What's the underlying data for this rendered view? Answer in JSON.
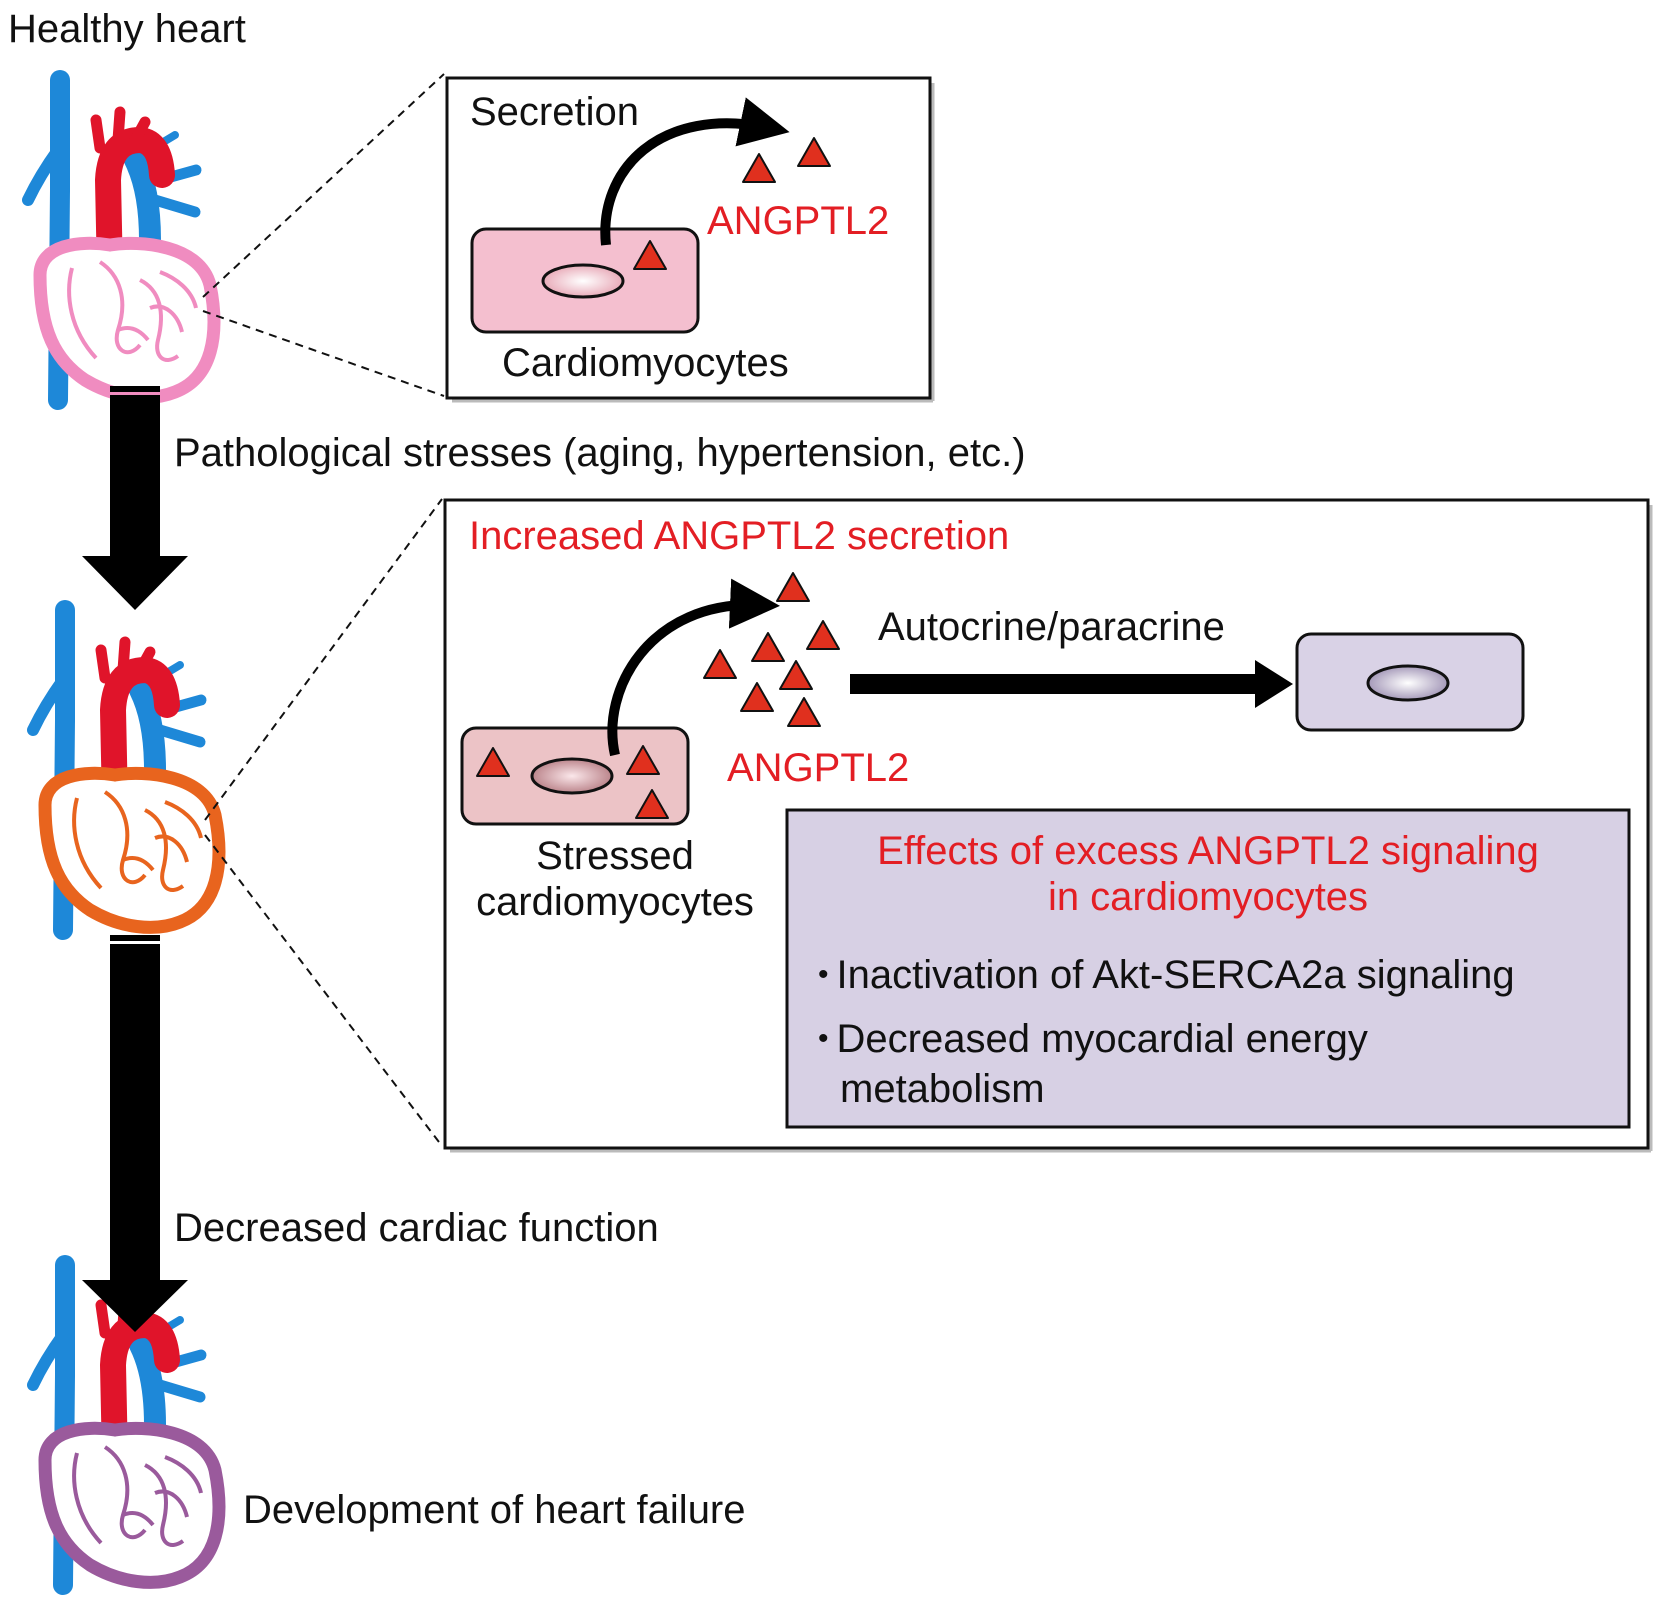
{
  "colors": {
    "accent_red": "#e31e24",
    "triangle_fill": "#e0301e",
    "vein_blue": "#1e88d8",
    "healthy_outline": "#f08cc0",
    "stressed_outline": "#e8641e",
    "failure_outline": "#9a5a9c",
    "cell_pink": "#f4bfcf",
    "stressed_cell": "#ecc3c6",
    "target_cell": "#d9d2e6",
    "effects_box": "#d7d0e4"
  },
  "icons": {
    "heart": "heart-icon",
    "triangle": "angptl2-triangle-icon",
    "cell": "cell-icon"
  },
  "labels": {
    "healthy_heart": "Healthy heart",
    "pathological_stresses": "Pathological stresses (aging, hypertension, etc.)",
    "decreased_function": "Decreased cardiac function",
    "heart_failure": "Development of heart failure"
  },
  "panel_healthy": {
    "secretion": "Secretion",
    "angptl2": "ANGPTL2",
    "cardiomyocytes": "Cardiomyocytes"
  },
  "panel_stressed": {
    "title": "Increased ANGPTL2 secretion",
    "autocrine": "Autocrine/paracrine",
    "angptl2": "ANGPTL2",
    "stressed_line1": "Stressed",
    "stressed_line2": "cardiomyocytes",
    "effects_title_line1": "Effects of excess ANGPTL2 signaling",
    "effects_title_line2": "in cardiomyocytes",
    "bullet_marker": "•",
    "bullet1": "Inactivation of Akt-SERCA2a signaling",
    "bullet2_line1": "Decreased myocardial energy",
    "bullet2_line2": "metabolism"
  }
}
